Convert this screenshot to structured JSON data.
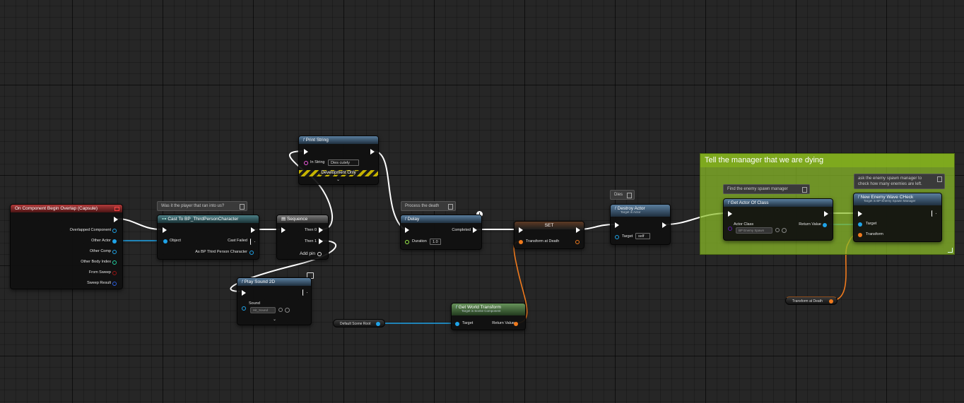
{
  "nodes": {
    "overlap": {
      "title": "On Component Begin Overlap (Capsule)",
      "pins": [
        "Overlapped Component",
        "Other Actor",
        "Other Comp",
        "Other Body Index",
        "From Sweep",
        "Sweep Result"
      ]
    },
    "cast": {
      "comment": "Was it the player that ran into us?",
      "title": "Cast To BP_ThirdPersonCharacter",
      "object": "Object",
      "cast_failed": "Cast Failed",
      "as_output": "As BP Third Person Character"
    },
    "sequence": {
      "title": "Sequence",
      "then0": "Then 0",
      "then1": "Then 1",
      "add_pin": "Add pin"
    },
    "print_string": {
      "title": "Print String",
      "in_string_label": "In String",
      "in_string_value": "Dies cutely",
      "dev_only": "Development Only"
    },
    "play_sound": {
      "title": "Play Sound 2D",
      "sound_label": "Sound",
      "sound_value": "Hit_Sound"
    },
    "delay": {
      "comment": "Process the death",
      "title": "Delay",
      "completed": "Completed",
      "duration_label": "Duration",
      "duration_value": "1.0"
    },
    "set": {
      "title": "SET",
      "var": "Transform at Death"
    },
    "get_world_transform": {
      "title": "Get World Transform",
      "subtitle": "Target is Scene Component",
      "target": "Target",
      "return_value": "Return Value"
    },
    "default_scene_root": {
      "label": "Default Scene Root"
    },
    "destroy_actor": {
      "comment": "Dies",
      "title": "Destroy Actor",
      "subtitle": "Target is Actor",
      "target": "Target",
      "target_value": "self"
    },
    "get_actor_of_class": {
      "comment": "Find the enemy spawn manager",
      "title": "Get Actor Of Class",
      "actor_class": "Actor Class",
      "actor_class_value": "BP Enemy Spawn",
      "return_value": "Return Value"
    },
    "new_wave": {
      "comment_line1": "ask the enemy spawn manager to",
      "comment_line2": "check how many enemies are left.",
      "title": "New Enemy Wave CHeck",
      "subtitle": "Target is BP Enemy Spawn Manager",
      "target": "Target",
      "transform": "Transform"
    },
    "transform_var": {
      "label": "Transform at Death"
    }
  },
  "comment_box": {
    "title": "Tell the manager that we are dying"
  },
  "colors": {
    "exec": "#ffffff",
    "object_pin": "#1fa3e8",
    "transform_pin": "#f07a1d",
    "bool_pin": "#9a1313",
    "string_pin": "#f05ae0",
    "float_pin": "#9cf04a",
    "struct_pin": "#2a5ee0",
    "class_pin": "#5a1aa8",
    "comment_green": "#8cbe28"
  }
}
